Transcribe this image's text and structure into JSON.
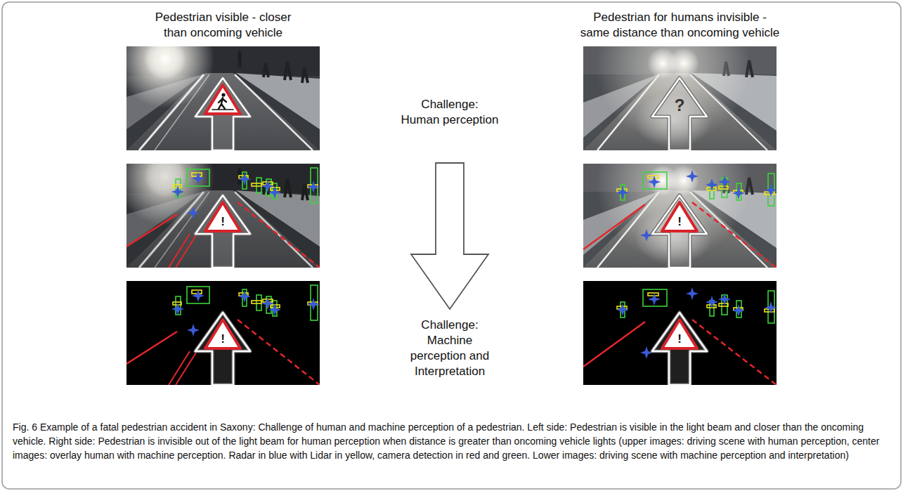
{
  "diagram": {
    "caption": "Fig. 6 Example of a fatal pedestrian accident in Saxony: Challenge of human and machine perception of a pedestrian. Left side: Pedestrian is visible in the light beam and closer than the oncoming vehicle. Right side: Pedestrian is invisible out of the light beam for human perception when distance is greater than oncoming vehicle lights (upper images: driving scene with human perception, center images: overlay human with machine perception. Radar in blue with Lidar in yellow, camera detection in red and green. Lower images: driving scene with machine perception and interpretation)",
    "labels": [
      "Pedestrian visible - closer than oncoming vehicle",
      "Pedestrian for humans invisible - same distance than oncoming vehicle",
      "Challenge: Human perception",
      "Challenge: Machine perception and Interpretation",
      "?",
      "!",
      "!",
      "!",
      "!"
    ]
  }
}
